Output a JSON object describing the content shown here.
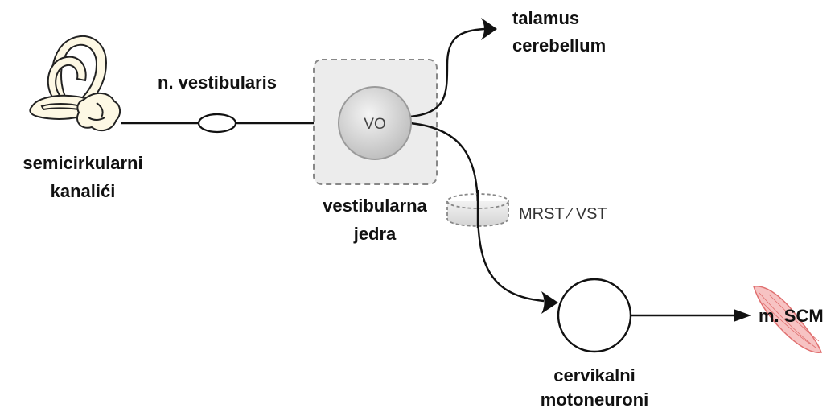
{
  "labels": {
    "semicircular_line1": "semicirkularni",
    "semicircular_line2": "kanalići",
    "nerve": "n. vestibularis",
    "nuclei_line1": "vestibularna",
    "nuclei_line2": "jedra",
    "vo_neuron": "VO",
    "thalamus": "talamus",
    "cerebellum": "cerebellum",
    "tract": "MRST ⁄ VST",
    "motoneurons_line1": "cervikalni",
    "motoneurons_line2": "motoneuroni",
    "muscle": "m. SCM"
  },
  "colors": {
    "inner_ear_fill": "#fdf8e4",
    "nucleus_box_fill": "#ececec",
    "nucleus_box_stroke": "#888888",
    "vo_fill": "#d2d2d2",
    "muscle_fill": "#f4a9a9",
    "muscle_stroke": "#e07070",
    "line": "#111111"
  }
}
